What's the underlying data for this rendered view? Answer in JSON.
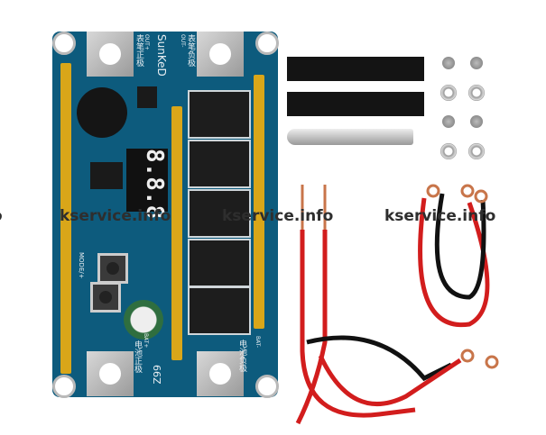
{
  "watermark": {
    "text": "kservice.info",
    "partial": "o"
  },
  "pcb": {
    "brand": "SunKeD",
    "model": "Z99",
    "mode_label": "MODE/+",
    "out_pos": "表笔正极",
    "out_neg": "表笔负极",
    "bat_pos": "电池正极",
    "bat_neg": "电池负极",
    "out_pos_tag": "OUT+",
    "out_neg_tag": "OUT-",
    "bat_pos_tag": "BAT+",
    "bat_neg_tag": "BAT-",
    "display": "8.8.8"
  }
}
